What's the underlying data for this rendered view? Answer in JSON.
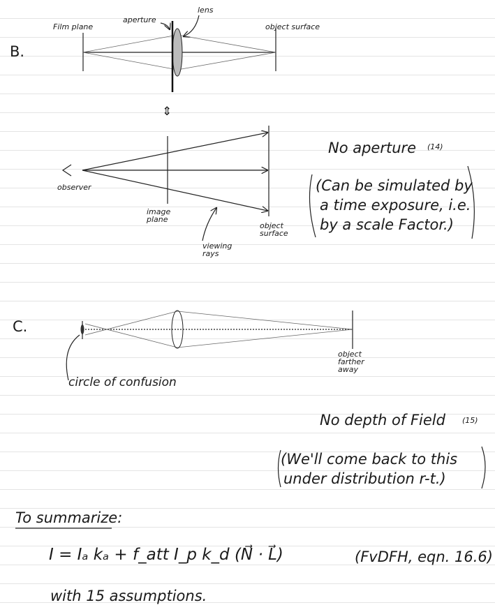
{
  "section_b": {
    "label": "B.",
    "film_plane": "Film plane",
    "aperture": "aperture",
    "lens": "lens",
    "object_surface": "object surface",
    "equivalence": "⇕",
    "observer": "observer",
    "image_plane": "image plane",
    "object_surface_2": "object surface",
    "viewing_rays": "viewing rays",
    "note_title": "No aperture",
    "note_number": "(14)",
    "note_lines": [
      "(Can be simulated by",
      "a time exposure, i.e.",
      "by a scale Factor.)"
    ]
  },
  "section_c": {
    "label": "C.",
    "object_farther": "object farther away",
    "circle_of_confusion": "circle of confusion",
    "note_title": "No depth of Field",
    "note_number": "(15)",
    "note_lines": [
      "(We'll come back to this",
      "under distribution r-t.)"
    ]
  },
  "summary": {
    "heading": "To summarize:",
    "formula": "I = Iₐ kₐ + f_att I_p k_d (N⃗ · L⃗)",
    "reference": "(FvDFH, eqn. 16.6)",
    "footnote": "with 15 assumptions."
  }
}
